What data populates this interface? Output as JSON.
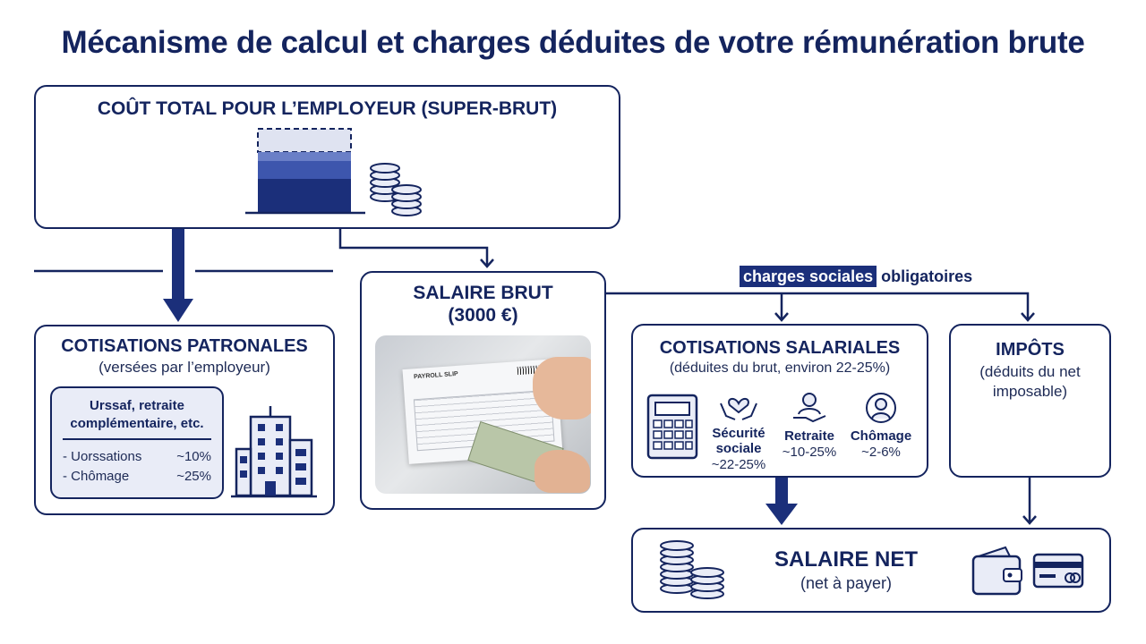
{
  "title": "Mécanisme de calcul et charges déduites de votre rémunération brute",
  "employer_cost": {
    "title": "COÛT TOTAL POUR L’EMPLOYEUR (SUPER-BRUT)"
  },
  "gross": {
    "title": "SALAIRE BRUT",
    "amount": "(3000 €)"
  },
  "photo": {
    "slip_title": "PAYROLL SLIP"
  },
  "charges_label": {
    "highlight": "charges sociales",
    "rest": "obligatoires"
  },
  "employer_contrib": {
    "title": "COTISATIONS PATRONALES",
    "subtitle": "(versées par l’employeur)",
    "detail_title": "Urssaf, retraite complémentaire, etc.",
    "items": [
      {
        "label": "Uorssations",
        "value": "~10%"
      },
      {
        "label": "Chômage",
        "value": "~25%"
      }
    ]
  },
  "employee_contrib": {
    "title": "COTISATIONS SALARIALES",
    "subtitle": "(déduites du brut, environ 22-25%)",
    "items": [
      {
        "label": "Sécurité sociale",
        "value": "~22-25%",
        "icon": "heart-hands-icon"
      },
      {
        "label": "Retraite",
        "value": "~10-25%",
        "icon": "person-hand-icon"
      },
      {
        "label": "Chômage",
        "value": "~2-6%",
        "icon": "person-circle-icon"
      }
    ]
  },
  "taxes": {
    "title": "IMPÔTS",
    "subtitle": "(déduits du net imposable)"
  },
  "net": {
    "title": "SALAIRE NET",
    "subtitle": "(net à payer)"
  },
  "colors": {
    "navy": "#14245e",
    "accent": "#1b2f7a",
    "light": "#e9ecf7"
  }
}
